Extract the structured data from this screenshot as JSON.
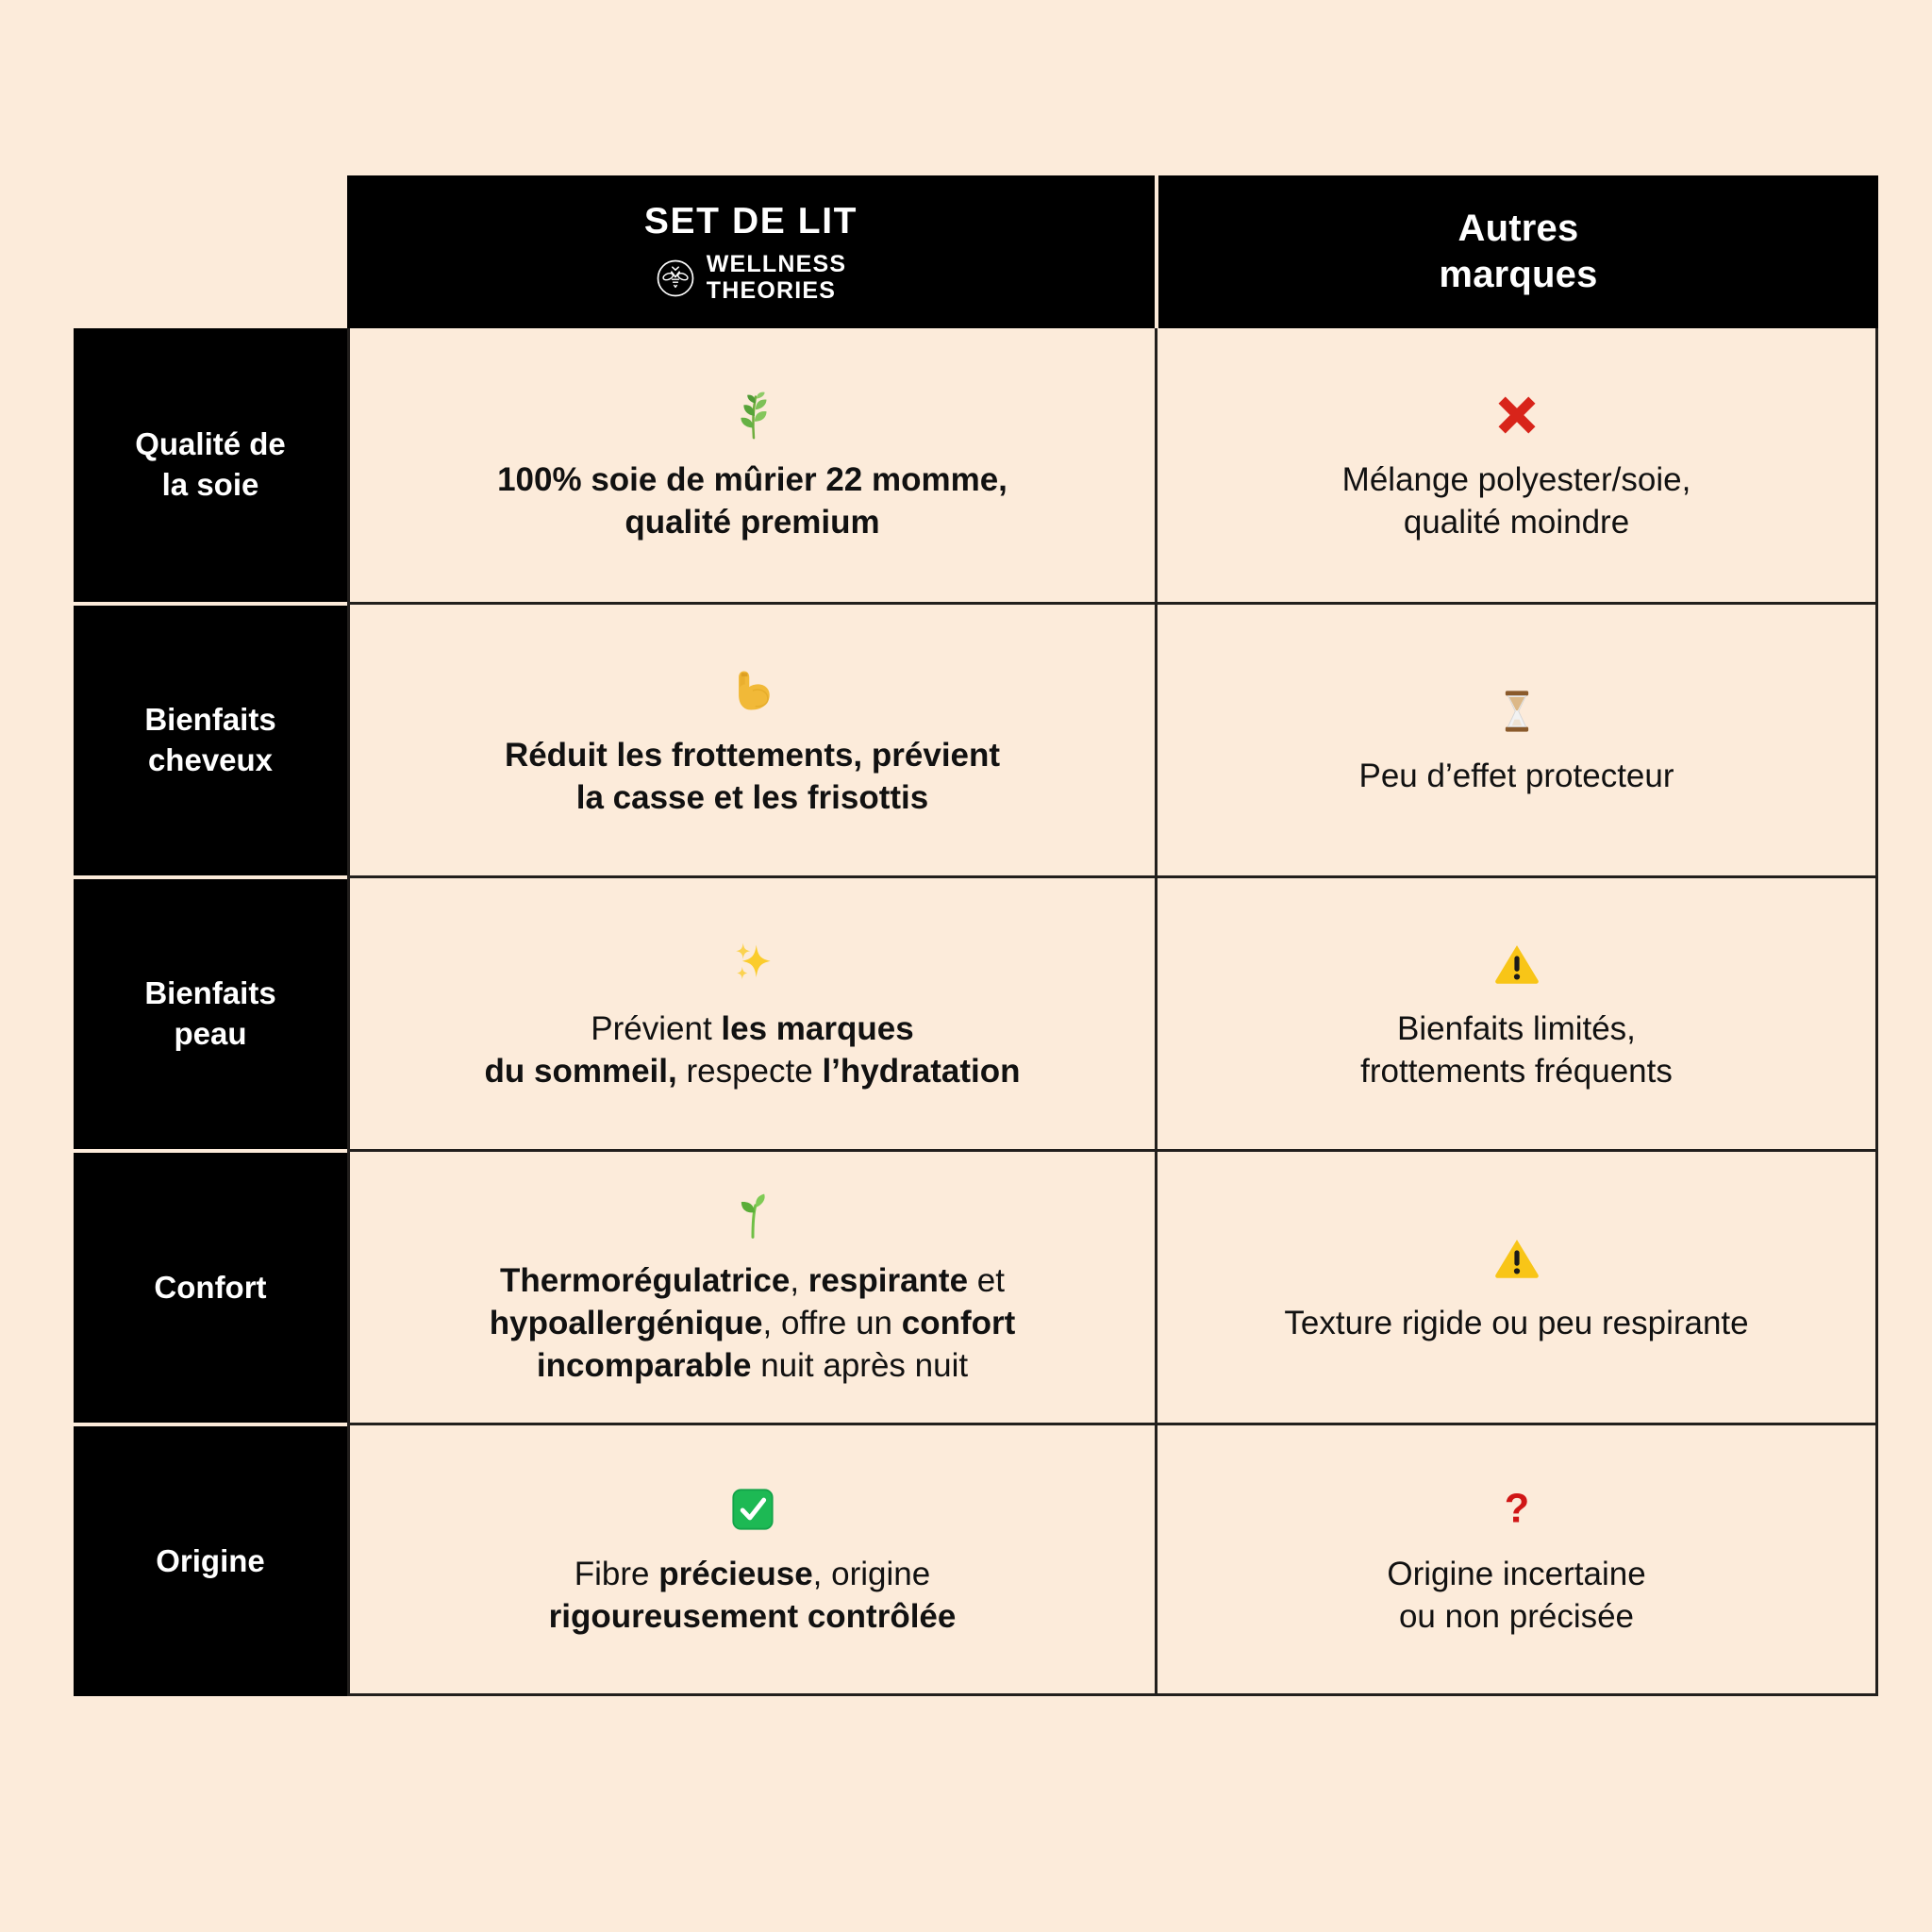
{
  "theme": {
    "background": "#fcebda",
    "header_bg": "#000000",
    "header_text": "#ffffff",
    "grid_line": "#221f1d",
    "body_text": "#111111",
    "accent_red": "#d32011",
    "accent_green": "#22a02a",
    "accent_yellow": "#f5c21b"
  },
  "header": {
    "spacer_label": "",
    "ours": {
      "title": "SET DE LIT",
      "logo_icon": "bee-in-circle-icon",
      "brand_line_1": "WELLNESS",
      "brand_line_2": "THEORIES"
    },
    "other": {
      "title": "Autres\nmarques"
    }
  },
  "rows": [
    {
      "label": "Qualité de\nla soie",
      "ours": {
        "icon": "herb-leaf-emoji",
        "text_html": "100% soie de mûrier 22 momme,<br>qualité premium",
        "weight": "bold"
      },
      "other": {
        "icon": "red-cross-mark-emoji",
        "text_html": "Mélange polyester/soie,<br>qualité moindre",
        "weight": "regular"
      }
    },
    {
      "label": "Bienfaits\ncheveux",
      "ours": {
        "icon": "flexed-biceps-emoji",
        "text_html": "Réduit les frottements, prévient<br>la casse et les frisottis",
        "weight": "bold"
      },
      "other": {
        "icon": "hourglass-emoji",
        "text_html": "Peu d’effet protecteur",
        "weight": "regular"
      }
    },
    {
      "label": "Bienfaits\npeau",
      "ours": {
        "icon": "sparkles-emoji",
        "text_html": "Prévient <b>les marques<br>du sommeil,</b> respecte <b>l’hydratation</b>",
        "weight": "regular"
      },
      "other": {
        "icon": "warning-triangle-emoji",
        "text_html": "Bienfaits limités,<br>frottements fréquents",
        "weight": "regular"
      }
    },
    {
      "label": "Confort",
      "ours": {
        "icon": "seedling-emoji",
        "text_html": "<b>Thermorégulatrice</b>, <b>respirante</b> et<br><b>hypoallergénique</b>, offre un <b>confort<br>incomparable</b> nuit après nuit",
        "weight": "regular"
      },
      "other": {
        "icon": "warning-triangle-emoji",
        "text_html": "Texture rigide ou peu respirante",
        "weight": "regular"
      }
    },
    {
      "label": "Origine",
      "ours": {
        "icon": "green-check-box-emoji",
        "text_html": "Fibre <b>précieuse</b>, origine<br><b>rigoureusement contrôlée</b>",
        "weight": "regular"
      },
      "other": {
        "icon": "red-question-mark-emoji",
        "text_html": "Origine incertaine<br>ou non précisée",
        "weight": "regular"
      }
    }
  ]
}
